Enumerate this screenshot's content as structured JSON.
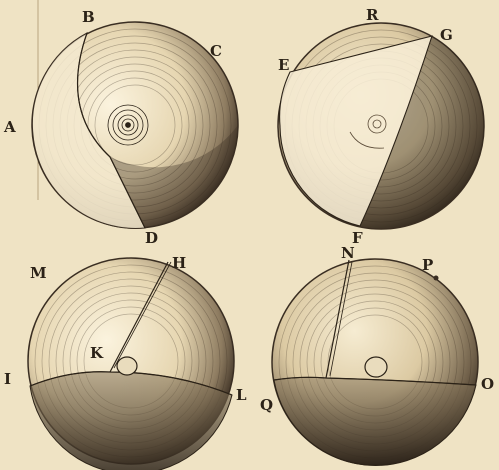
{
  "colors": {
    "paper": "#efe3c4",
    "ink": "#2b2217",
    "shade": "#3a2e22",
    "highlight": "#fbf3de"
  },
  "figures": [
    {
      "id": "fig1",
      "labels": {
        "B": "B",
        "C": "C",
        "A": "A",
        "D": "D"
      }
    },
    {
      "id": "fig2",
      "labels": {
        "R": "R",
        "G": "G",
        "E": "E",
        "F": "F"
      }
    },
    {
      "id": "fig3",
      "labels": {
        "M": "M",
        "H": "H",
        "K": "K",
        "I": "I",
        "L": "L"
      }
    },
    {
      "id": "fig4",
      "labels": {
        "N": "N",
        "P": "P",
        "O": "O",
        "Q": "Q"
      }
    }
  ]
}
